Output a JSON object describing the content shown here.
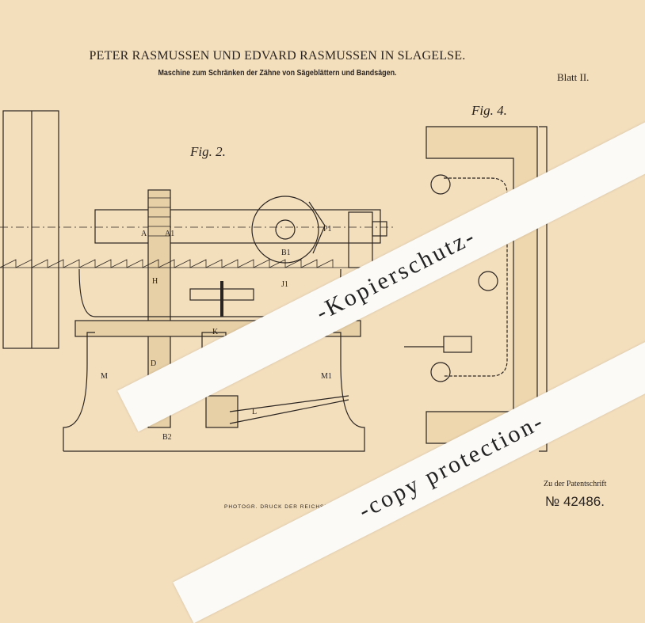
{
  "header": {
    "title": "PETER RASMUSSEN UND EDVARD RASMUSSEN IN SLAGELSE.",
    "subtitle": "Maschine zum Schränken der Zähne von Sägeblättern und Bandsägen.",
    "sheet": "Blatt II."
  },
  "figures": {
    "fig2": "Fig. 2.",
    "fig4": "Fig. 4."
  },
  "footer": {
    "printer": "PHOTOGR. DRUCK DER REICHSD",
    "patent_prefix": "Zu der Patentschrift",
    "patent_number": "№ 42486."
  },
  "watermark": {
    "band1": "-Kopierschutz-",
    "band2": "-copy protection-"
  },
  "labels": [
    "A",
    "A1",
    "B1",
    "P1",
    "H",
    "J1",
    "K",
    "L",
    "M",
    "M1",
    "D",
    "B2"
  ],
  "colors": {
    "paper": "#f4dfbd",
    "ink": "#2a2420",
    "band": "#fbfaf7"
  }
}
